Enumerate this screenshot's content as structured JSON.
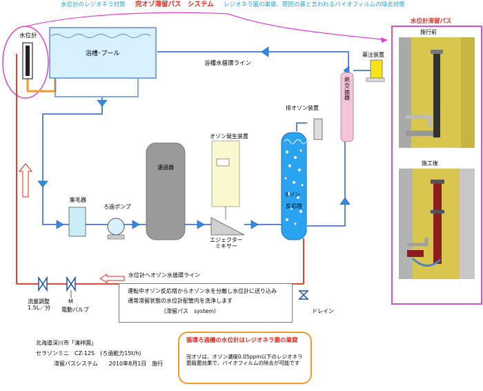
{
  "header": {
    "left": "水位計のレジオネラ対策",
    "center": "完オゾ滞留パス　システム",
    "right": "レジオネラ菌の巣窟、原因の基と言われるバイオフィルムの除去対策"
  },
  "labels": {
    "water_gauge": "水位計",
    "tub_pool": "浴槽･プール",
    "circulation_line": "浴槽水循環ライン",
    "chemical_injector": "薬注装置",
    "heat_exchanger": "熱交換器",
    "ozone_exhaust": "排オゾン装置",
    "ozone_generator": "オゾン発生装置",
    "filter": "濾過器",
    "hair_catcher": "集毛器",
    "filter_pump": "ろ過ポンプ",
    "ejector": "エジェクター\nミキサー",
    "ozone_marker": "オゾン",
    "reaction_tank": "反応塔",
    "ozone_water_line": "水位計へオゾン水循環ライン",
    "flow_adjust": "流量調整\n1.5L／分",
    "motor_mark": "M",
    "motor_valve": "電動バルブ",
    "drain": "ドレイン"
  },
  "note": {
    "line1": "運転中オゾン反応塔からオゾン水を分離し水位計に送り込み",
    "line2": "通常滞留状態の水位計配管内を洗浄します",
    "line3": "（滞留パス　system）"
  },
  "install_info": {
    "line1": "北海道深川市「清祥園」",
    "line2": "セラゾンミニ　CZ-12S　(ろ過能力15t/h)",
    "line3": "滞留パスシステム　　2010年8月1日　施行"
  },
  "callout": {
    "title": "循環ろ過機の水位計はレジオネラ菌の巣窟",
    "body": "完オゾは、オゾン濃度0.05ppm以下のレジオネラ菌殺菌効果で、バイオフィルムの除去が可能です"
  },
  "photo_panel": {
    "title": "水位計滞留パス",
    "before_label": "施行前",
    "after_label": "施工後"
  },
  "colors": {
    "pipe_blue": "#5b86d8",
    "pipe_red": "#e0281e",
    "magenta": "#e040c8",
    "orange": "#f39a2b",
    "tank_cyan": "#cfeefd",
    "filter_gray": "#9a9a9a",
    "reaction_blue": "#1aa0ee"
  }
}
